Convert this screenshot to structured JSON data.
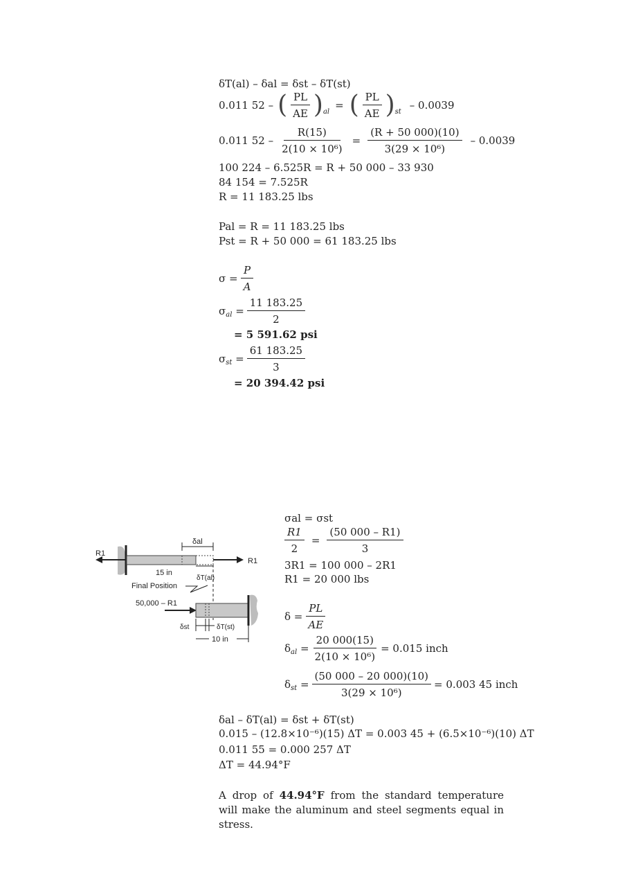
{
  "part1": {
    "eq1": "δT(al) – δal = δst – δT(st)",
    "eq2_lhs": "0.011 52 –",
    "eq2_frac_num": "PL",
    "eq2_frac_den": "AE",
    "eq2_sub_al": "al",
    "eq2_sub_st": "st",
    "eq2_rhs": "– 0.0039",
    "eq3_lhs": "0.011 52 –",
    "eq3_f1_num": "R(15)",
    "eq3_f1_den": "2(10 × 10⁶)",
    "eq3_f2_num": "(R + 50 000)(10)",
    "eq3_f2_den": "3(29 × 10⁶)",
    "eq3_rhs": "– 0.0039",
    "eq4": "100 224 – 6.525R = R + 50 000 – 33 930",
    "eq5": "84 154 = 7.525R",
    "eq6": "R = 11 183.25 lbs",
    "eq7": "Pal = R = 11 183.25 lbs",
    "eq8": "Pst = R + 50 000 = 61 183.25 lbs",
    "sigma_num": "P",
    "sigma_den": "A",
    "sigma_al_num": "11 183.25",
    "sigma_al_den": "2",
    "sigma_al_result": "= 5 591.62 psi",
    "sigma_st_num": "61 183.25",
    "sigma_st_den": "3",
    "sigma_st_result": "= 20 394.42 psi"
  },
  "figure": {
    "r1_left": "R1",
    "r1_right": "R1",
    "delta_al": "δal",
    "len_15": "15 in",
    "delta_t_al": "δT(al)",
    "final_position": "Final Position",
    "force_label": "50,000 – R1",
    "delta_st": "δst",
    "delta_t_st": "δT(st)",
    "len_10": "10 in"
  },
  "part2": {
    "eq1": "σal = σst",
    "eq2_f1_num": "R1",
    "eq2_f1_den": "2",
    "eq2_f2_num": "(50 000 – R1)",
    "eq2_f2_den": "3",
    "eq3": "3R1 = 100 000 – 2R1",
    "eq4": "R1 = 20 000 lbs",
    "delta_num": "PL",
    "delta_den": "AE",
    "dal_num": "20 000(15)",
    "dal_den": "2(10 × 10⁶)",
    "dal_result": "= 0.015 inch",
    "dst_num": "(50 000 – 20 000)(10)",
    "dst_den": "3(29 × 10⁶)",
    "dst_result": "= 0.003 45 inch"
  },
  "part3": {
    "eq1": "δal – δT(al) = δst + δT(st)",
    "eq2": "0.015 – (12.8×10⁻⁶)(15) ΔT = 0.003 45 + (6.5×10⁻⁶)(10) ΔT",
    "eq3": "0.011 55 = 0.000 257 ΔT",
    "eq4": "ΔT = 44.94°F",
    "conclusion_pre": "A drop of",
    "conclusion_bold": "44.94°F",
    "conclusion_post": "from the standard temperature will make the aluminum and steel segments equal in stress."
  }
}
